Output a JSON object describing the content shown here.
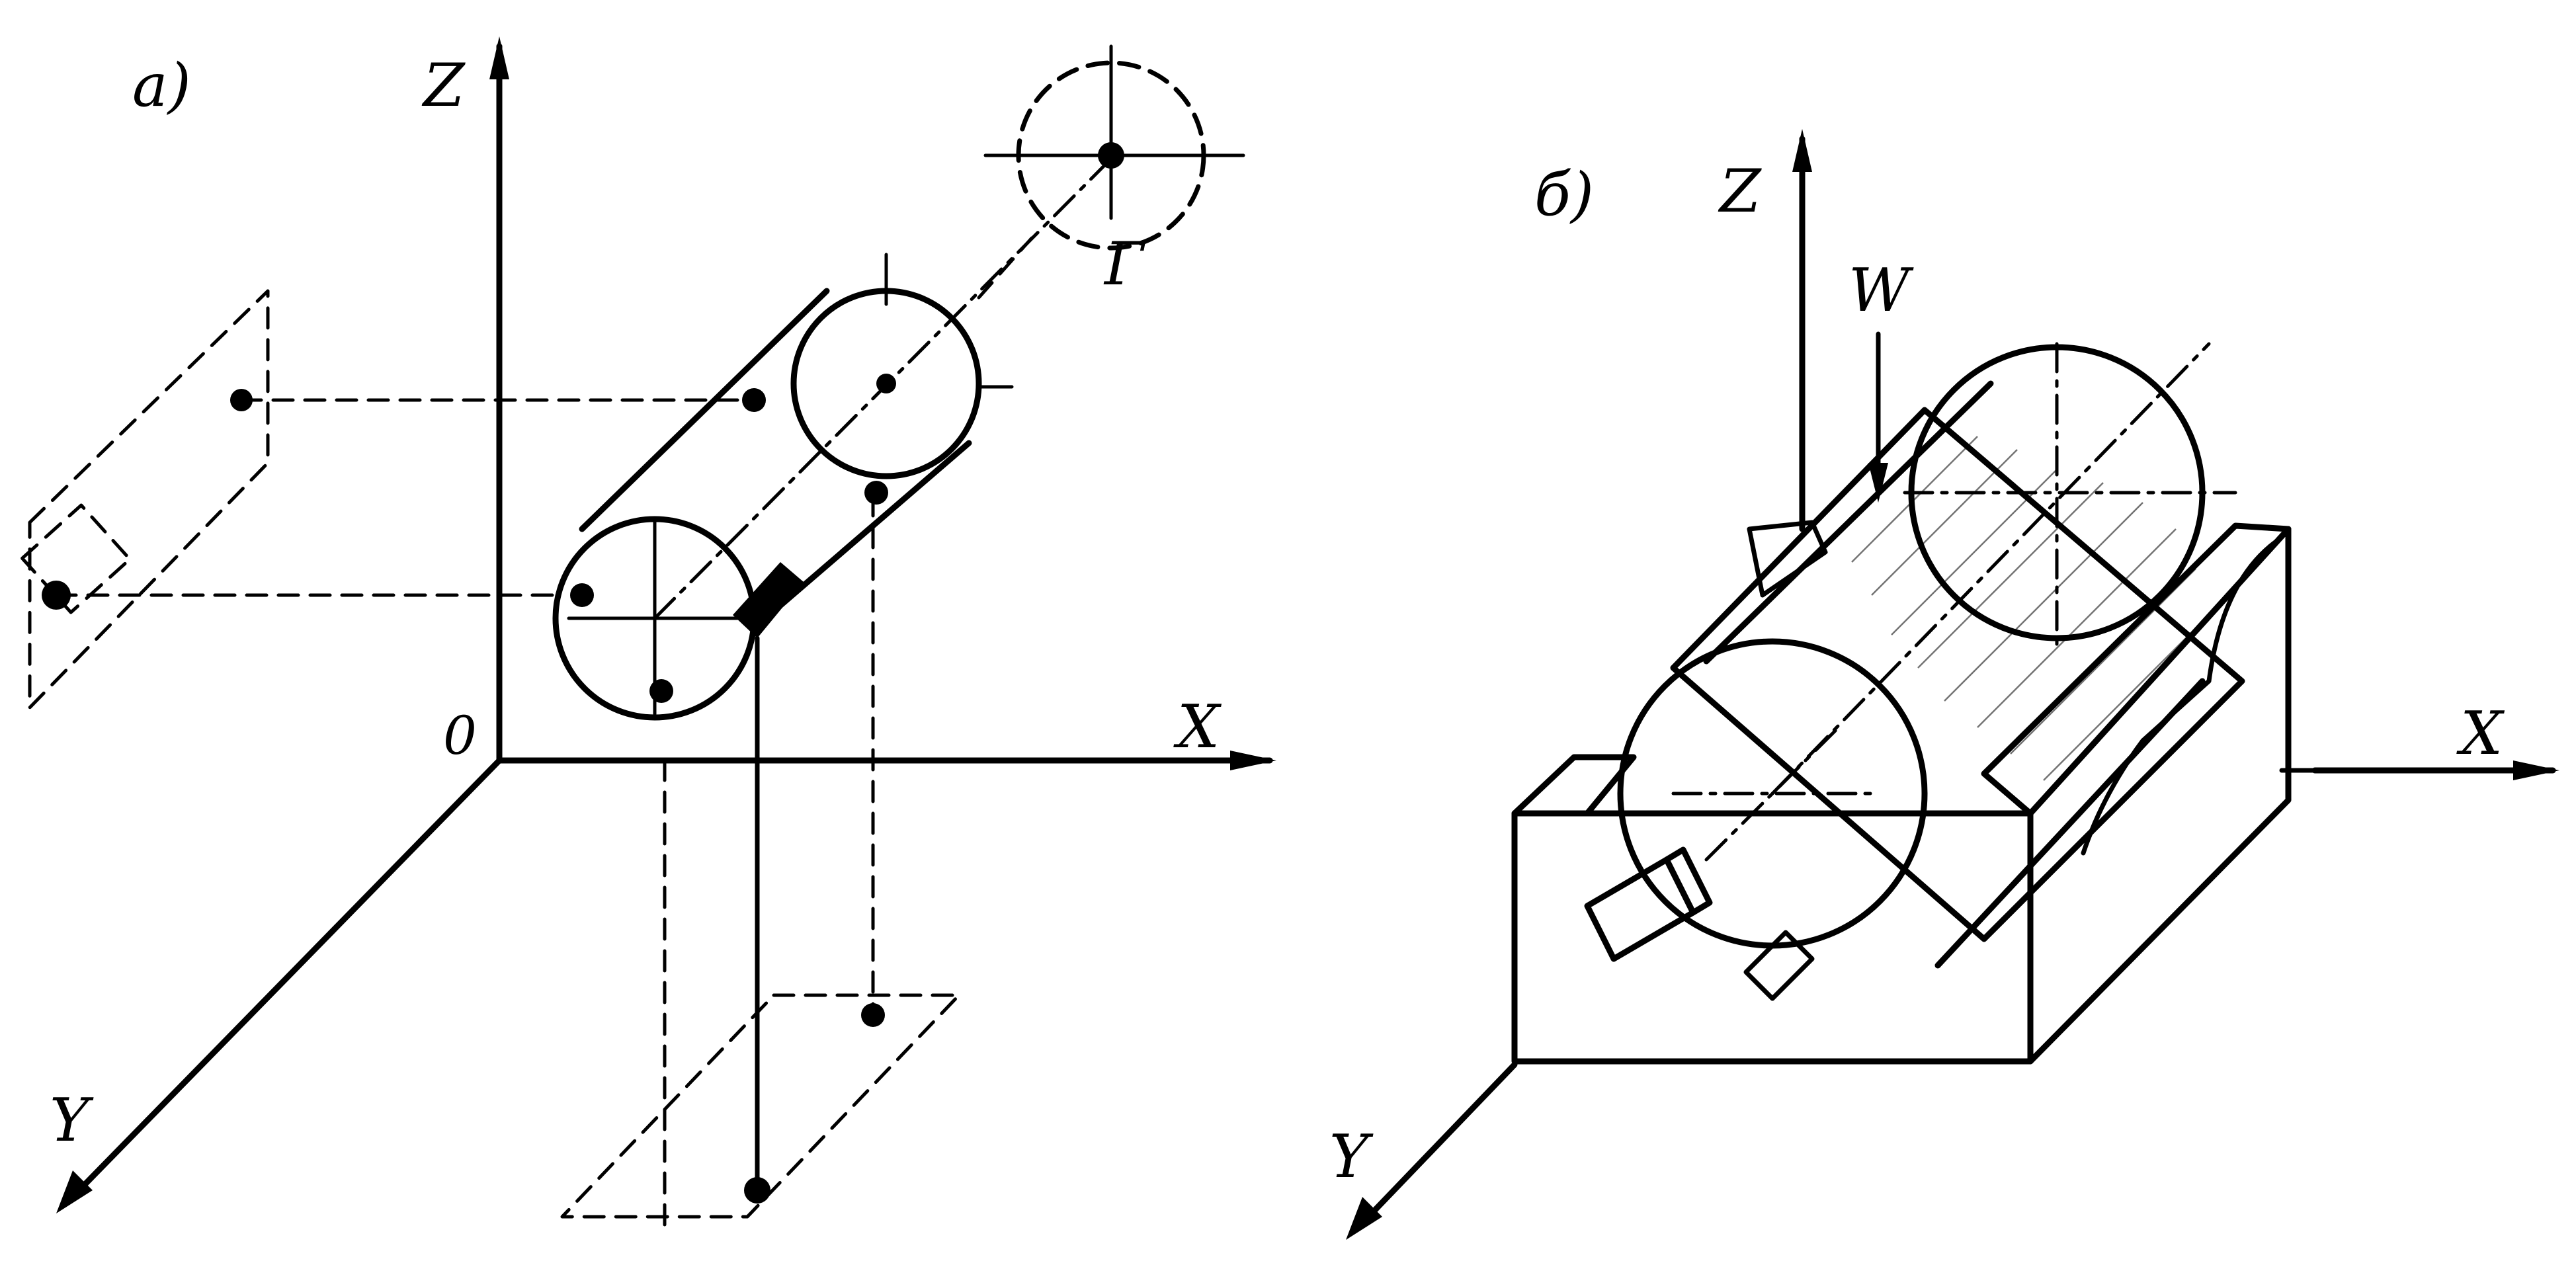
{
  "panel_a": {
    "label": "a)",
    "axes": {
      "z": "Z",
      "x": "X",
      "y": "Y",
      "origin": "0"
    },
    "locator_label": "Г"
  },
  "panel_b": {
    "label": "б)",
    "axes": {
      "z": "Z",
      "x": "X",
      "y": "Y"
    },
    "force_label": "W"
  },
  "colors": {
    "ink": "#000000",
    "paper": "#ffffff"
  }
}
